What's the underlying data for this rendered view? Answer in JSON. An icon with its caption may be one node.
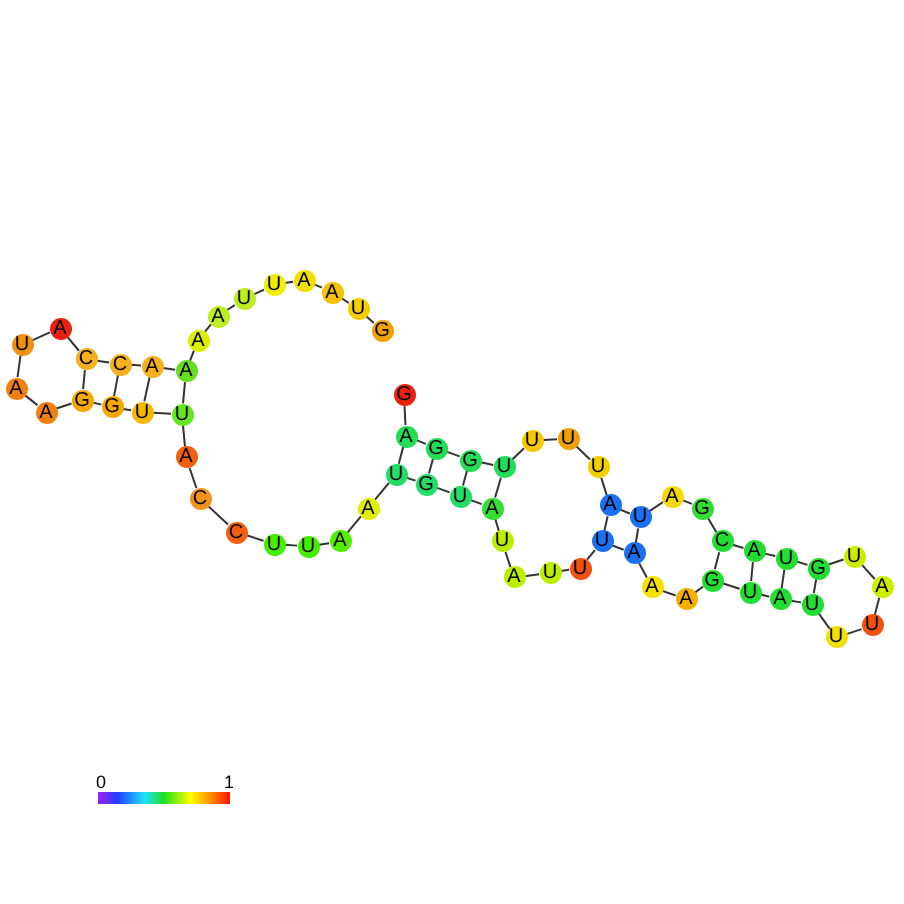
{
  "diagram": {
    "nodes": [
      {
        "text": [
          "G"
        ]
      },
      {
        "text": [
          "A"
        ]
      },
      {
        "text": [
          "G"
        ]
      },
      {
        "text": [
          "G"
        ]
      },
      {
        "text": [
          "U"
        ]
      },
      {
        "text": [
          "U"
        ]
      },
      {
        "text": [
          "U"
        ]
      },
      {
        "text": [
          "U"
        ]
      },
      {
        "text": [
          "A"
        ]
      },
      {
        "text": [
          "U"
        ]
      },
      {
        "text": [
          "A"
        ]
      },
      {
        "text": [
          "G"
        ]
      },
      {
        "text": [
          "C"
        ]
      },
      {
        "text": [
          "A"
        ]
      },
      {
        "text": [
          "U"
        ]
      },
      {
        "text": [
          "G"
        ]
      },
      {
        "text": [
          "U"
        ]
      },
      {
        "text": [
          "A"
        ]
      },
      {
        "text": [
          "U"
        ]
      },
      {
        "text": [
          "U"
        ]
      },
      {
        "text": [
          "U"
        ]
      },
      {
        "text": [
          "A"
        ]
      },
      {
        "text": [
          "U"
        ]
      },
      {
        "text": [
          "G"
        ]
      },
      {
        "text": [
          "A"
        ]
      },
      {
        "text": [
          "A"
        ]
      },
      {
        "text": [
          "A"
        ]
      },
      {
        "text": [
          "U"
        ]
      },
      {
        "text": [
          "U"
        ]
      },
      {
        "text": [
          "U"
        ]
      },
      {
        "text": [
          "A"
        ]
      },
      {
        "text": [
          "U"
        ]
      },
      {
        "text": [
          "A"
        ]
      },
      {
        "text": [
          "U"
        ]
      },
      {
        "text": [
          "G"
        ]
      },
      {
        "text": [
          "U"
        ]
      },
      {
        "text": [
          "A"
        ]
      },
      {
        "text": [
          "A"
        ]
      },
      {
        "text": [
          "U"
        ]
      },
      {
        "text": [
          "U"
        ]
      },
      {
        "text": [
          "C"
        ]
      },
      {
        "text": [
          "C"
        ]
      },
      {
        "text": [
          "A"
        ]
      },
      {
        "text": [
          "U"
        ]
      },
      {
        "text": [
          "U"
        ]
      },
      {
        "text": [
          "G"
        ]
      },
      {
        "text": [
          "G"
        ]
      },
      {
        "text": [
          "A"
        ]
      },
      {
        "text": [
          "A"
        ]
      },
      {
        "text": [
          "U"
        ]
      },
      {
        "text": [
          "A"
        ]
      },
      {
        "text": [
          "C"
        ]
      },
      {
        "text": [
          "C"
        ]
      },
      {
        "text": [
          "A"
        ]
      },
      {
        "text": [
          "A"
        ]
      },
      {
        "text": [
          "A"
        ]
      },
      {
        "text": [
          "A"
        ]
      },
      {
        "text": [
          "U"
        ]
      },
      {
        "text": [
          "U"
        ]
      },
      {
        "text": [
          "A"
        ]
      },
      {
        "text": [
          "A"
        ]
      },
      {
        "text": [
          "U"
        ]
      },
      {
        "text": [
          "G"
        ]
      }
    ],
    "edges": [
      {
        "from": 0,
        "to": 1,
        "arrow": "none"
      },
      {
        "from": 1,
        "to": 2,
        "arrow": "none"
      },
      {
        "from": 2,
        "to": 3,
        "arrow": "none"
      },
      {
        "from": 3,
        "to": 4,
        "arrow": "none"
      },
      {
        "from": 4,
        "to": 5,
        "arrow": "none"
      },
      {
        "from": 5,
        "to": 6,
        "arrow": "none"
      },
      {
        "from": 6,
        "to": 7,
        "arrow": "none"
      },
      {
        "from": 7,
        "to": 8,
        "arrow": "none"
      },
      {
        "from": 8,
        "to": 9,
        "arrow": "none"
      },
      {
        "from": 9,
        "to": 10,
        "arrow": "none"
      },
      {
        "from": 10,
        "to": 11,
        "arrow": "none"
      },
      {
        "from": 11,
        "to": 12,
        "arrow": "none"
      },
      {
        "from": 12,
        "to": 13,
        "arrow": "none"
      },
      {
        "from": 13,
        "to": 14,
        "arrow": "none"
      },
      {
        "from": 14,
        "to": 15,
        "arrow": "none"
      },
      {
        "from": 15,
        "to": 16,
        "arrow": "none"
      },
      {
        "from": 16,
        "to": 17,
        "arrow": "none"
      },
      {
        "from": 17,
        "to": 18,
        "arrow": "none"
      },
      {
        "from": 18,
        "to": 19,
        "arrow": "none"
      },
      {
        "from": 19,
        "to": 20,
        "arrow": "none"
      },
      {
        "from": 20,
        "to": 21,
        "arrow": "none"
      },
      {
        "from": 21,
        "to": 22,
        "arrow": "none"
      },
      {
        "from": 22,
        "to": 23,
        "arrow": "none"
      },
      {
        "from": 23,
        "to": 24,
        "arrow": "none"
      },
      {
        "from": 24,
        "to": 25,
        "arrow": "none"
      },
      {
        "from": 25,
        "to": 26,
        "arrow": "none"
      },
      {
        "from": 26,
        "to": 27,
        "arrow": "none"
      },
      {
        "from": 27,
        "to": 28,
        "arrow": "none"
      },
      {
        "from": 28,
        "to": 29,
        "arrow": "none"
      },
      {
        "from": 29,
        "to": 30,
        "arrow": "none"
      },
      {
        "from": 30,
        "to": 31,
        "arrow": "none"
      },
      {
        "from": 31,
        "to": 32,
        "arrow": "none"
      },
      {
        "from": 32,
        "to": 33,
        "arrow": "none"
      },
      {
        "from": 33,
        "to": 34,
        "arrow": "none"
      },
      {
        "from": 34,
        "to": 35,
        "arrow": "none"
      },
      {
        "from": 35,
        "to": 36,
        "arrow": "none"
      },
      {
        "from": 36,
        "to": 37,
        "arrow": "none"
      },
      {
        "from": 37,
        "to": 38,
        "arrow": "none"
      },
      {
        "from": 38,
        "to": 39,
        "arrow": "none"
      },
      {
        "from": 39,
        "to": 40,
        "arrow": "none"
      },
      {
        "from": 40,
        "to": 41,
        "arrow": "none"
      },
      {
        "from": 41,
        "to": 42,
        "arrow": "none"
      },
      {
        "from": 42,
        "to": 43,
        "arrow": "none"
      },
      {
        "from": 43,
        "to": 44,
        "arrow": "none"
      },
      {
        "from": 44,
        "to": 45,
        "arrow": "none"
      },
      {
        "from": 45,
        "to": 46,
        "arrow": "none"
      },
      {
        "from": 46,
        "to": 47,
        "arrow": "none"
      },
      {
        "from": 47,
        "to": 48,
        "arrow": "none"
      },
      {
        "from": 48,
        "to": 49,
        "arrow": "none"
      },
      {
        "from": 49,
        "to": 50,
        "arrow": "none"
      },
      {
        "from": 50,
        "to": 51,
        "arrow": "none"
      },
      {
        "from": 51,
        "to": 52,
        "arrow": "none"
      },
      {
        "from": 52,
        "to": 53,
        "arrow": "none"
      },
      {
        "from": 53,
        "to": 54,
        "arrow": "none"
      },
      {
        "from": 54,
        "to": 55,
        "arrow": "none"
      },
      {
        "from": 55,
        "to": 56,
        "arrow": "none"
      },
      {
        "from": 56,
        "to": 57,
        "arrow": "none"
      },
      {
        "from": 57,
        "to": 58,
        "arrow": "none"
      },
      {
        "from": 58,
        "to": 59,
        "arrow": "none"
      },
      {
        "from": 59,
        "to": 60,
        "arrow": "none"
      },
      {
        "from": 60,
        "to": 61,
        "arrow": "none"
      },
      {
        "from": 61,
        "to": 62,
        "arrow": "none"
      },
      {
        "from": 1,
        "to": 35,
        "arrow": "none"
      },
      {
        "from": 2,
        "to": 34,
        "arrow": "none"
      },
      {
        "from": 3,
        "to": 33,
        "arrow": "none"
      },
      {
        "from": 4,
        "to": 32,
        "arrow": "none"
      },
      {
        "from": 8,
        "to": 27,
        "arrow": "none"
      },
      {
        "from": 9,
        "to": 26,
        "arrow": "none"
      },
      {
        "from": 12,
        "to": 23,
        "arrow": "none"
      },
      {
        "from": 13,
        "to": 22,
        "arrow": "none"
      },
      {
        "from": 14,
        "to": 21,
        "arrow": "none"
      },
      {
        "from": 15,
        "to": 20,
        "arrow": "none"
      },
      {
        "from": 43,
        "to": 54,
        "arrow": "none"
      },
      {
        "from": 44,
        "to": 53,
        "arrow": "none"
      },
      {
        "from": 45,
        "to": 52,
        "arrow": "none"
      },
      {
        "from": 46,
        "to": 51,
        "arrow": "none"
      }
    ],
    "labels": [
      "0",
      "1"
    ]
  }
}
